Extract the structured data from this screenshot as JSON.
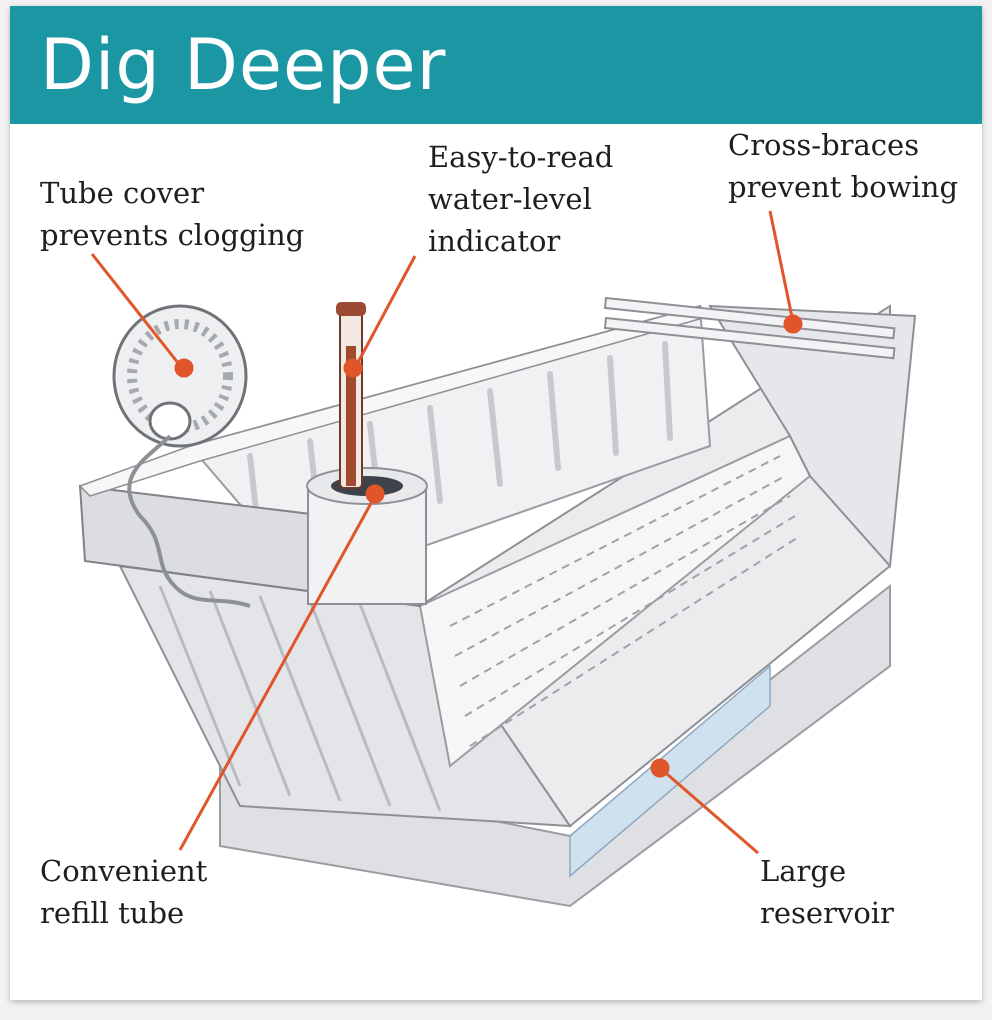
{
  "header": {
    "title": "Dig Deeper"
  },
  "callouts": {
    "tube_cover": {
      "line1": "Tube cover",
      "line2": "prevents clogging"
    },
    "indicator": {
      "line1": "Easy-to-read",
      "line2": "water-level",
      "line3": "indicator"
    },
    "cross_braces": {
      "line1": "Cross-braces",
      "line2": "prevent bowing"
    },
    "refill_tube": {
      "line1": "Convenient",
      "line2": "refill tube"
    },
    "reservoir": {
      "line1": "Large",
      "line2": "reservoir"
    }
  },
  "colors": {
    "banner": "#1a97a3",
    "callout_line": "#e0562a",
    "planter": "#e9eaec",
    "water": "#cfe0ef"
  }
}
